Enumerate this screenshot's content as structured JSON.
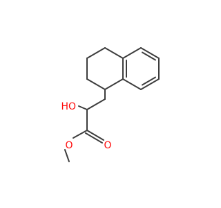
{
  "molecule": {
    "atom_labels": {
      "hydroxyl": "HO",
      "carbonyl_oxygen": "O",
      "ester_oxygen": "O"
    },
    "colors": {
      "bond": "#3d3d3d",
      "oxygen": "#ff0d0d",
      "background": "#ffffff"
    }
  }
}
